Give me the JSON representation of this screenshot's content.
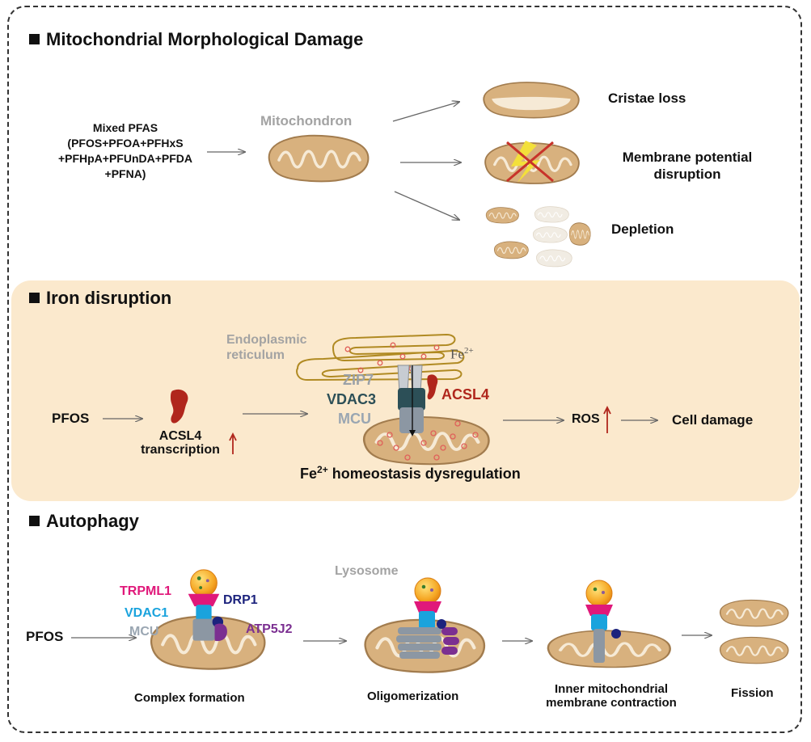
{
  "sections": {
    "morphology": {
      "heading": "Mitochondrial Morphological Damage",
      "input_label_lines": [
        "Mixed PFAS",
        "(PFOS+PFOA+PFHxS",
        "+PFHpA+PFUnDA+PFDA",
        "+PFNA)"
      ],
      "mitochondron_label": "Mitochondron",
      "outcomes": [
        "Cristae loss",
        "Membrane potential",
        "disruption",
        "Depletion"
      ]
    },
    "iron": {
      "heading": "Iron disruption",
      "input_label": "PFOS",
      "er_label_lines": [
        "Endoplasmic",
        "reticulum"
      ],
      "fe_ion": "Fe",
      "fe_superscript": "2+",
      "acsl4_label_left": "ACSL4",
      "transcription_label": "transcription",
      "proteins": {
        "zip7": "ZIP7",
        "vdac3": "VDAC3",
        "mcu": "MCU",
        "acsl4": "ACSL4"
      },
      "ros_label": "ROS",
      "cell_damage_label": "Cell damage",
      "homeostasis_prefix": "Fe",
      "homeostasis_superscript": "2+",
      "homeostasis_text": "homeostasis dysregulation"
    },
    "autophagy": {
      "heading": "Autophagy",
      "input_label": "PFOS",
      "proteins": {
        "trpml1": "TRPML1",
        "vdac1": "VDAC1",
        "mcu": "MCU",
        "drp1": "DRP1",
        "atp5j2": "ATP5J2"
      },
      "lysosome_label": "Lysosome",
      "stages": [
        "Complex formation",
        "Oligomerization",
        "Inner mitochondrial",
        "membrane contraction",
        "Fission"
      ]
    }
  },
  "colors": {
    "mito_fill": "#d8b17e",
    "mito_stroke": "#a27c4e",
    "crista": "#f6ead6",
    "iron_bg": "#fbe9cd",
    "acsl4_red": "#b0261c",
    "trpml1_pink": "#e0187a",
    "vdac1_blue": "#1aa3dd",
    "drp1_navy": "#1c237d",
    "atp5j2_purple": "#7b2f91",
    "mcu_gray": "#8c97a3",
    "vdac3_dark": "#2c4f57",
    "er_gold": "#b08a22",
    "cross_red": "#c8332a",
    "lightning_yellow": "#f3e03a"
  }
}
